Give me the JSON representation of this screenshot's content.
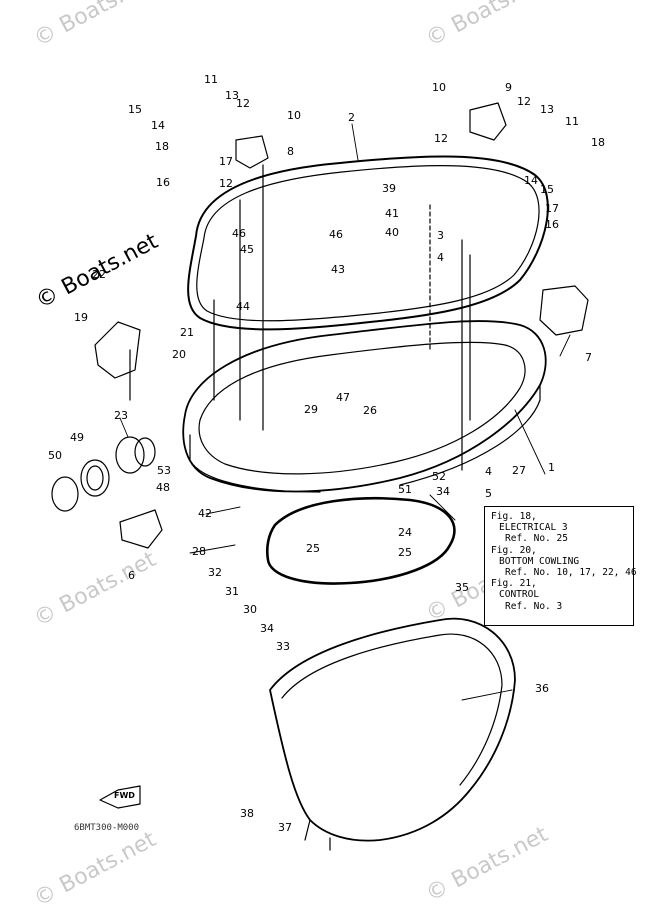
{
  "watermark": "© Boats.net",
  "brand_mark": "© Boats.net",
  "callouts": [
    "1",
    "2",
    "3",
    "4",
    "4",
    "5",
    "6",
    "7",
    "8",
    "9",
    "10",
    "10",
    "11",
    "11",
    "12",
    "12",
    "12",
    "12",
    "13",
    "13",
    "14",
    "14",
    "15",
    "15",
    "16",
    "16",
    "17",
    "17",
    "18",
    "18",
    "19",
    "20",
    "21",
    "22",
    "23",
    "24",
    "25",
    "25",
    "26",
    "27",
    "28",
    "29",
    "30",
    "31",
    "32",
    "33",
    "34",
    "34",
    "35",
    "36",
    "37",
    "38",
    "39",
    "40",
    "41",
    "42",
    "43",
    "44",
    "45",
    "46",
    "46",
    "47",
    "48",
    "49",
    "50",
    "51",
    "52",
    "53"
  ],
  "note": {
    "line1": "Fig. 18,",
    "line2": "ELECTRICAL 3",
    "line3": "Ref. No. 25",
    "line4": "Fig. 20,",
    "line5": "BOTTOM COWLING",
    "line6": "Ref. No. 10, 17, 22, 46",
    "line7": "Fig. 21,",
    "line8": "CONTROL",
    "line9": "Ref. No. 3"
  },
  "fwd_label": "FWD",
  "drawing_code": "6BMT300-M000"
}
